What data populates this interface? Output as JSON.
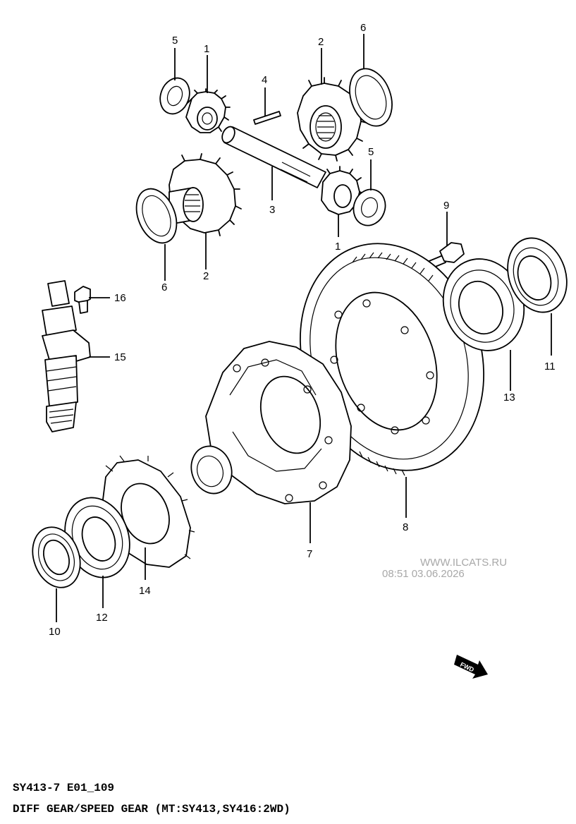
{
  "callouts": [
    {
      "id": "5a",
      "label": "5"
    },
    {
      "id": "1a",
      "label": "1"
    },
    {
      "id": "4",
      "label": "4"
    },
    {
      "id": "2a",
      "label": "2"
    },
    {
      "id": "6a",
      "label": "6"
    },
    {
      "id": "5b",
      "label": "5"
    },
    {
      "id": "3",
      "label": "3"
    },
    {
      "id": "1b",
      "label": "1"
    },
    {
      "id": "9",
      "label": "9"
    },
    {
      "id": "6b",
      "label": "6"
    },
    {
      "id": "2b",
      "label": "2"
    },
    {
      "id": "16",
      "label": "16"
    },
    {
      "id": "15",
      "label": "15"
    },
    {
      "id": "11",
      "label": "11"
    },
    {
      "id": "13",
      "label": "13"
    },
    {
      "id": "8",
      "label": "8"
    },
    {
      "id": "7",
      "label": "7"
    },
    {
      "id": "14",
      "label": "14"
    },
    {
      "id": "12",
      "label": "12"
    },
    {
      "id": "10",
      "label": "10"
    }
  ],
  "watermark": {
    "site": "WWW.ILCATS.RU",
    "timestamp": "08:51 03.06.2026"
  },
  "direction_badge": "FWD",
  "footer": {
    "code": "SY413-7 E01_109",
    "title": "DIFF GEAR/SPEED GEAR (MT:SY413,SY416:2WD)"
  }
}
